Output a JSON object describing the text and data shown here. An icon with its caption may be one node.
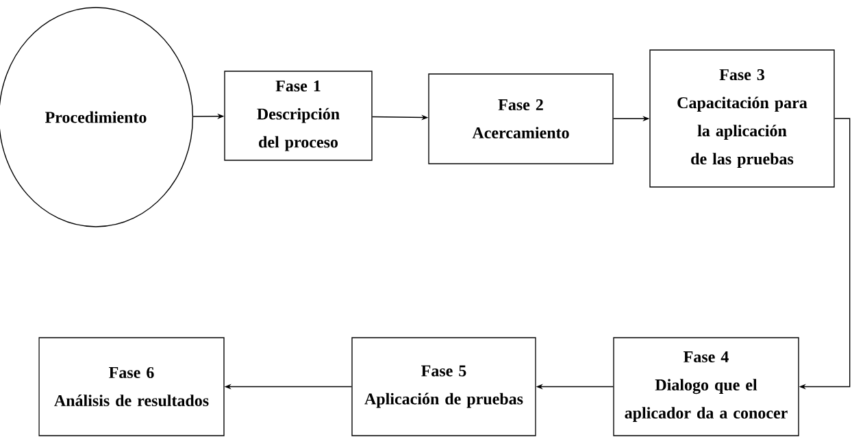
{
  "diagram": {
    "nodes": [
      {
        "text": [
          "Procedimiento"
        ]
      },
      {
        "text": [
          "Fase 1",
          "Descripción del proceso"
        ]
      },
      {
        "text": [
          "Fase 2",
          "Acercamiento"
        ]
      },
      {
        "text": [
          "Fase 3",
          "Capacitación para la aplicación de las pruebas"
        ]
      },
      {
        "text": [
          "Fase 4",
          "Dialogo que el aplicador da a conocer"
        ]
      },
      {
        "text": [
          "Fase 5",
          "Aplicación de pruebas"
        ]
      },
      {
        "text": [
          "Fase 6",
          "Análisis de resultados"
        ]
      }
    ],
    "edges": [
      {
        "from": 0,
        "to": 1,
        "arrow": "to"
      },
      {
        "from": 1,
        "to": 2,
        "arrow": "to"
      },
      {
        "from": 2,
        "to": 3,
        "arrow": "to"
      },
      {
        "from": 3,
        "to": 4,
        "arrow": "to"
      },
      {
        "from": 4,
        "to": 5,
        "arrow": "to"
      },
      {
        "from": 5,
        "to": 6,
        "arrow": "to"
      }
    ]
  }
}
